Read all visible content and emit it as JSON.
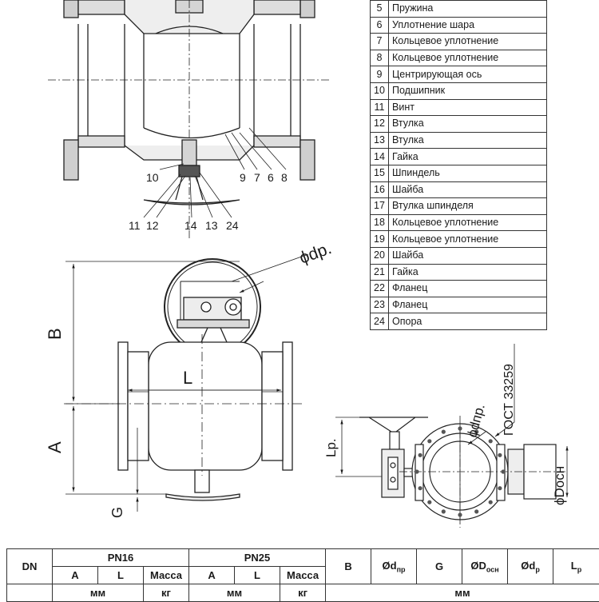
{
  "parts": {
    "rows": [
      {
        "num": "5",
        "name": "Пружина"
      },
      {
        "num": "6",
        "name": "Уплотнение шара"
      },
      {
        "num": "7",
        "name": "Кольцевое уплотнение"
      },
      {
        "num": "8",
        "name": "Кольцевое уплотнение"
      },
      {
        "num": "9",
        "name": "Центрирующая ось"
      },
      {
        "num": "10",
        "name": "Подшипник"
      },
      {
        "num": "11",
        "name": "Винт"
      },
      {
        "num": "12",
        "name": "Втулка"
      },
      {
        "num": "13",
        "name": "Втулка"
      },
      {
        "num": "14",
        "name": "Гайка"
      },
      {
        "num": "15",
        "name": "Шпиндель"
      },
      {
        "num": "16",
        "name": "Шайба"
      },
      {
        "num": "17",
        "name": "Втулка шпинделя"
      },
      {
        "num": "18",
        "name": "Кольцевое уплотнение"
      },
      {
        "num": "19",
        "name": "Кольцевое уплотнение"
      },
      {
        "num": "20",
        "name": "Шайба"
      },
      {
        "num": "21",
        "name": "Гайка"
      },
      {
        "num": "22",
        "name": "Фланец"
      },
      {
        "num": "23",
        "name": "Фланец"
      },
      {
        "num": "24",
        "name": "Опора"
      }
    ]
  },
  "section_callouts": {
    "right": [
      "9",
      "7",
      "6",
      "8"
    ],
    "left": "10",
    "bottom": [
      "11",
      "12",
      "14",
      "13",
      "24"
    ]
  },
  "dimensions": {
    "B": "B",
    "A": "A",
    "L": "L",
    "G": "G",
    "dr": "ϕdр.",
    "dpr": "ϕdпр.",
    "Lr": "Lр.",
    "Dosn": "ϕDосн",
    "gost": "ГОСТ 33259"
  },
  "specs_table": {
    "dn": "DN",
    "pn16": "PN16",
    "pn25": "PN25",
    "a": "A",
    "l": "L",
    "mass": "Масса",
    "b": "B",
    "odpr": "Ød",
    "odpr_sub": "пр",
    "g": "G",
    "odosn": "ØD",
    "odosn_sub": "осн",
    "odr": "Ød",
    "odr_sub": "р",
    "lr": "L",
    "lr_sub": "р",
    "mm": "мм",
    "kg": "кг"
  }
}
